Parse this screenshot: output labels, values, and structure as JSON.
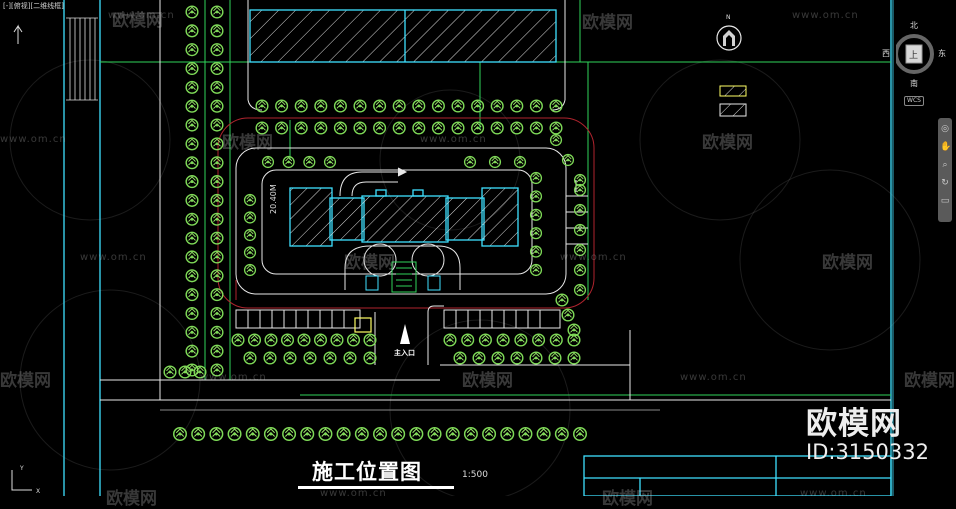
{
  "viewport": {
    "label": "[-][俯视][二维线框]"
  },
  "drawing": {
    "title": "施工位置图",
    "scale": "1:500",
    "entrance_label": "主入口",
    "dimension_label": "20.40M",
    "north_label": "N"
  },
  "watermarks": {
    "url": "www.om.cn",
    "logo": "欧模网"
  },
  "branding": {
    "name": "欧模网",
    "id": "ID:3150332"
  },
  "viewcube": {
    "north": "北",
    "south": "南",
    "east": "东",
    "west": "西",
    "face": "上",
    "wcs": "WCS"
  },
  "colors": {
    "cyan": "#3fe0ff",
    "green": "#2fd55a",
    "tree": "#7ed957",
    "road_red": "#b0242e",
    "hatch": "#3fe0ff",
    "white_line": "#e8e8e8"
  }
}
